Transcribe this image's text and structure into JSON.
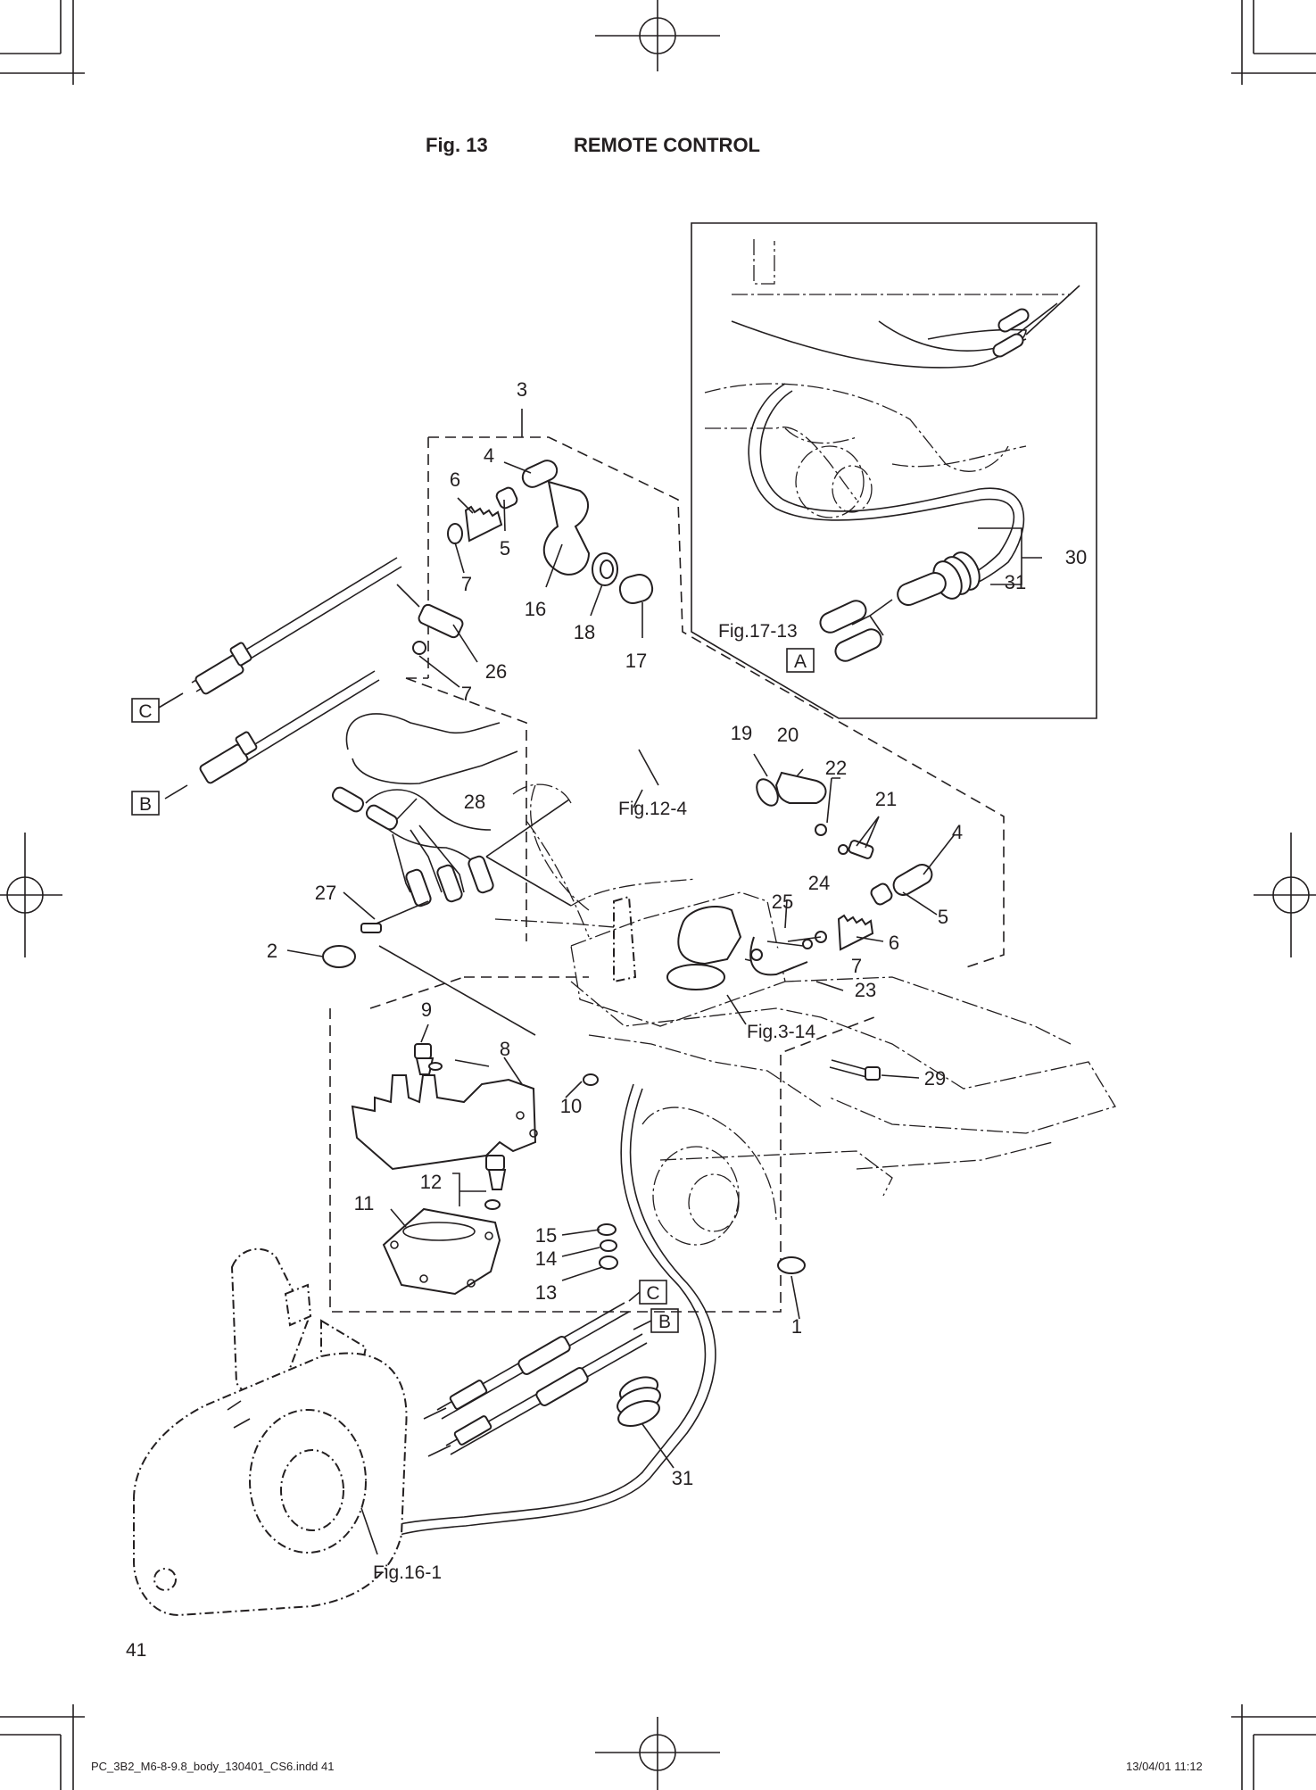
{
  "header": {
    "figure_number": "Fig. 13",
    "figure_title": "REMOTE CONTROL"
  },
  "page_number": "41",
  "footer": {
    "file_name": "PC_3B2_M6-8-9.8_body_130401_CS6.indd   41",
    "timestamp": "13/04/01   11:12"
  },
  "callouts": [
    "1",
    "2",
    "3",
    "4",
    "4",
    "5",
    "5",
    "6",
    "6",
    "7",
    "7",
    "7",
    "8",
    "9",
    "10",
    "11",
    "12",
    "13",
    "14",
    "15",
    "16",
    "17",
    "18",
    "19",
    "20",
    "21",
    "22",
    "23",
    "24",
    "25",
    "26",
    "27",
    "28",
    "29",
    "30",
    "31",
    "31"
  ],
  "cross_references": {
    "fig_17_13": "Fig.17-13",
    "fig_12_4": "Fig.12-4",
    "fig_3_14": "Fig.3-14",
    "fig_16_1": "Fig.16-1"
  },
  "boxed_labels": {
    "a": "A",
    "b_left": "B",
    "c_left": "C",
    "c_bottom": "C",
    "b_bottom": "B"
  },
  "colors": {
    "ink": "#231f20",
    "paper": "#ffffff"
  }
}
